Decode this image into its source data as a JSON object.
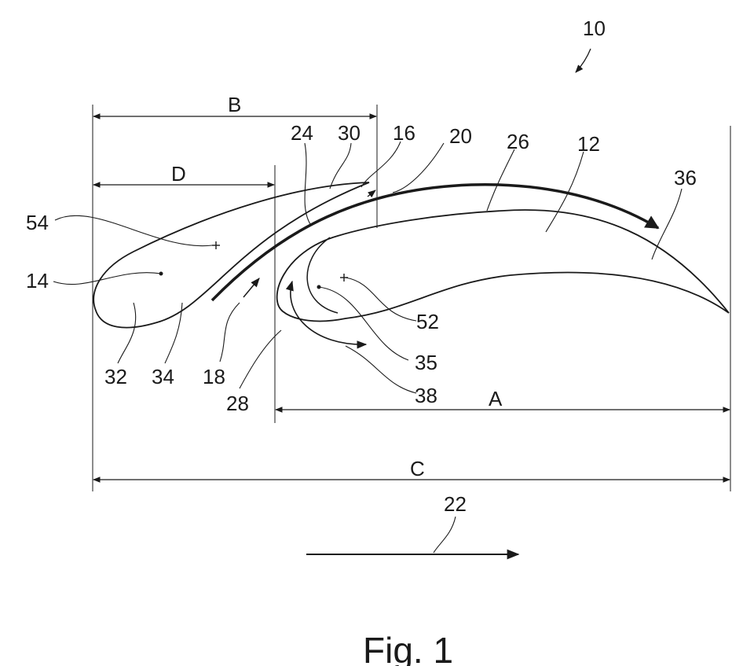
{
  "figure": {
    "caption": "Fig. 1",
    "reference_numerals": {
      "n10": "10",
      "n12": "12",
      "n14": "14",
      "n16": "16",
      "n18": "18",
      "n20": "20",
      "n22": "22",
      "n24": "24",
      "n26": "26",
      "n28": "28",
      "n30": "30",
      "n32": "32",
      "n34": "34",
      "n35": "35",
      "n36": "36",
      "n38": "38",
      "n52": "52",
      "n54": "54"
    },
    "dimension_labels": {
      "a": "A",
      "b": "B",
      "c": "C",
      "d": "D"
    }
  }
}
